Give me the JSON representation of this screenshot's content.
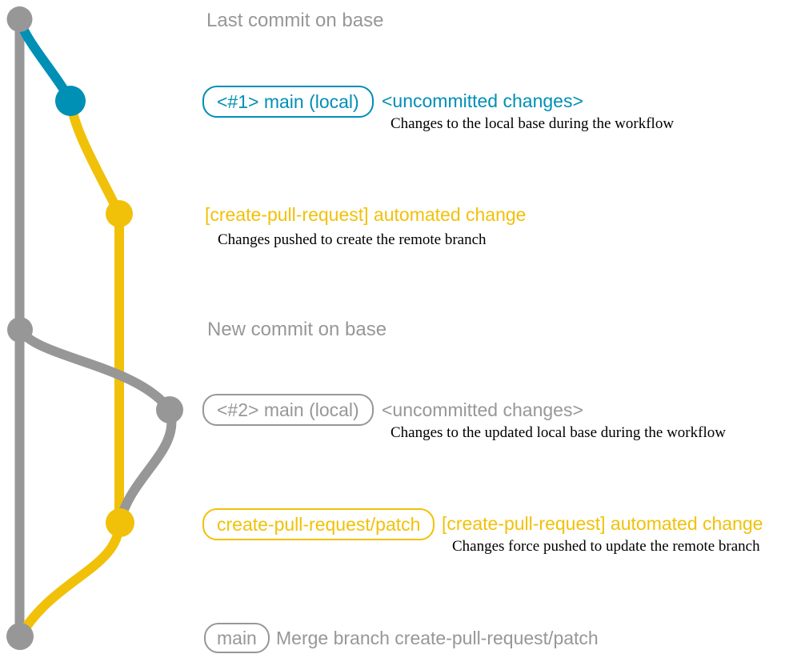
{
  "colors": {
    "gray": "#979797",
    "blue": "#008fb5",
    "yellow": "#f1c109",
    "ink": "#000000",
    "background": "#ffffff"
  },
  "rows": {
    "last_commit": {
      "label": "Last commit on base"
    },
    "main_local_1": {
      "badge": "<#1> main (local)",
      "message": "<uncommitted changes>",
      "description": "Changes to the local base during the workflow"
    },
    "patch_1": {
      "message": "[create-pull-request] automated change",
      "description": "Changes pushed to create the remote branch"
    },
    "new_commit": {
      "label": "New commit on base"
    },
    "main_local_2": {
      "badge": "<#2> main (local)",
      "message": "<uncommitted changes>",
      "description": "Changes to the updated local base during the workflow"
    },
    "patch_2": {
      "badge": "create-pull-request/patch",
      "message": "[create-pull-request] automated change",
      "description": "Changes force pushed to update the remote branch"
    },
    "merge": {
      "badge": "main",
      "message": "Merge branch create-pull-request/patch"
    }
  }
}
